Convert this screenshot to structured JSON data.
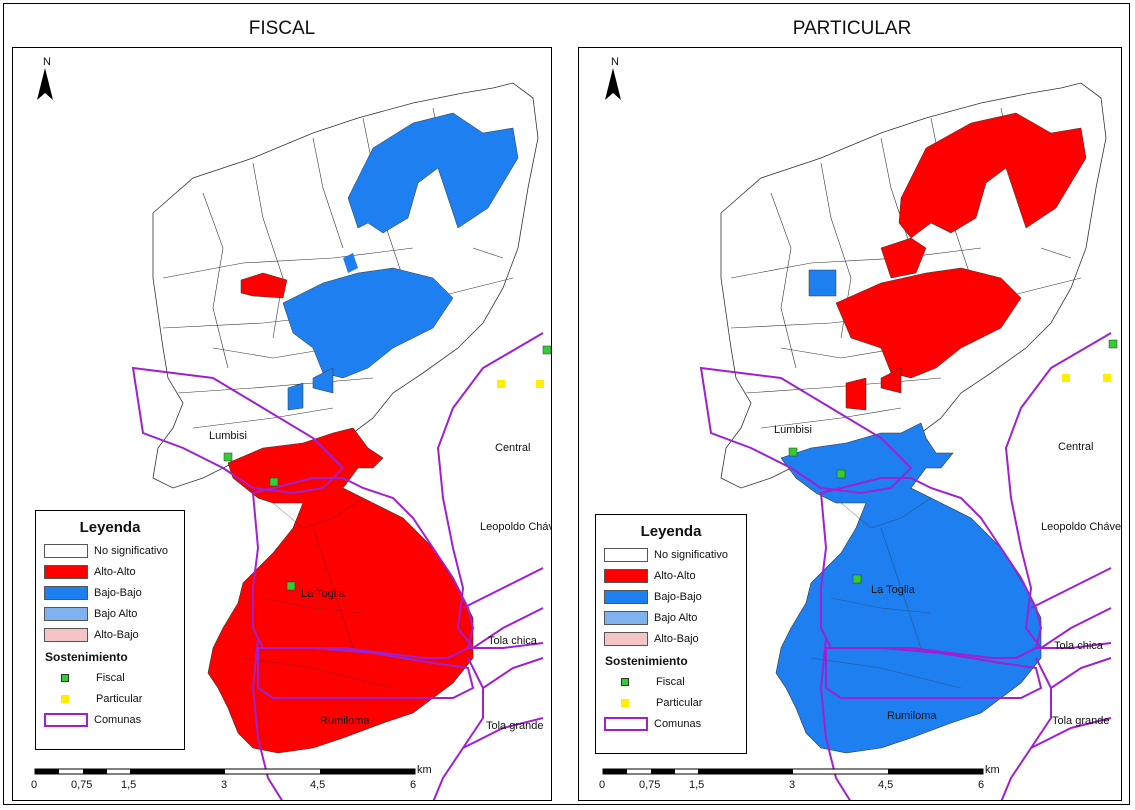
{
  "panels": [
    {
      "title": "FISCAL",
      "north_label": "N",
      "zones": {
        "north": "Bajo-Bajo",
        "west_patch": "Alto-Alto",
        "south": "Alto-Alto",
        "small_patch": "Bajo-Bajo"
      },
      "places": [
        "Lumbisi",
        "La Toglla",
        "Rumiloma",
        "Central",
        "Leopoldo Chávez",
        "Tola chica",
        "Tola grande"
      ],
      "legend": {
        "title": "Leyenda",
        "classes": [
          {
            "label": "No significativo",
            "color": "#ffffff"
          },
          {
            "label": "Alto-Alto",
            "color": "#ff0000"
          },
          {
            "label": "Bajo-Bajo",
            "color": "#1e7ff0"
          },
          {
            "label": "Bajo Alto",
            "color": "#7fb2ee"
          },
          {
            "label": "Alto-Bajo",
            "color": "#f5c4c4"
          }
        ],
        "sostenimiento_title": "Sostenimiento",
        "points": [
          {
            "label": "Fiscal",
            "color": "#33cc33"
          },
          {
            "label": "Particular",
            "color": "#ffee00"
          }
        ],
        "comunas_label": "Comunas"
      },
      "scale": {
        "ticks": [
          "0",
          "0,75",
          "1,5",
          "3",
          "4,5",
          "6"
        ],
        "unit": "km"
      }
    },
    {
      "title": "PARTICULAR",
      "north_label": "N",
      "zones": {
        "north": "Alto-Alto",
        "west_patch": "Bajo-Bajo",
        "south": "Bajo-Bajo",
        "small_patch": "Alto-Alto"
      },
      "places": [
        "Lumbisi",
        "La Toglla",
        "Rumiloma",
        "Central",
        "Leopoldo Chávez",
        "Tola chica",
        "Tola grande"
      ],
      "legend": {
        "title": "Leyenda",
        "classes": [
          {
            "label": "No significativo",
            "color": "#ffffff"
          },
          {
            "label": "Alto-Alto",
            "color": "#ff0000"
          },
          {
            "label": "Bajo-Bajo",
            "color": "#1e7ff0"
          },
          {
            "label": "Bajo Alto",
            "color": "#7fb2ee"
          },
          {
            "label": "Alto-Bajo",
            "color": "#f5c4c4"
          }
        ],
        "sostenimiento_title": "Sostenimiento",
        "points": [
          {
            "label": "Fiscal",
            "color": "#33cc33"
          },
          {
            "label": "Particular",
            "color": "#ffee00"
          }
        ],
        "comunas_label": "Comunas"
      },
      "scale": {
        "ticks": [
          "0",
          "0,75",
          "1,5",
          "3",
          "4,5",
          "6"
        ],
        "unit": "km"
      }
    }
  ],
  "colors": {
    "alto_alto": "#ff0000",
    "bajo_bajo": "#1e7ff0",
    "comunas": "#a020d0",
    "fiscal": "#33cc33",
    "particular": "#ffee00",
    "outline": "#222222"
  }
}
